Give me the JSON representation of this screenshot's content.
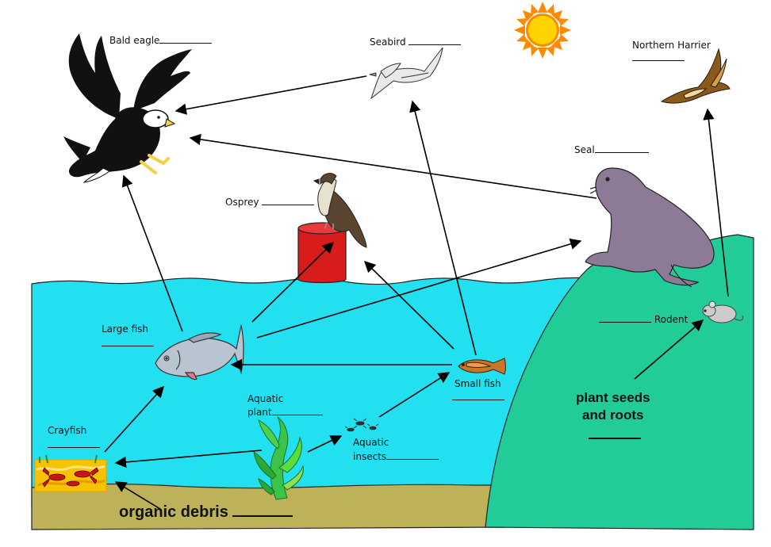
{
  "labels": {
    "bald_eagle": "Bald eagle",
    "seabird": "Seabird",
    "northern_harrier": "Northern Harrier",
    "seal": "Seal",
    "osprey": "Osprey",
    "large_fish": "Large fish",
    "small_fish": "Small fish",
    "rodent": "Rodent",
    "aquatic_plant_1": "Aquatic",
    "aquatic_plant_2": "plant",
    "aquatic_insects_1": "Aquatic",
    "aquatic_insects_2": "insects",
    "crayfish": "Crayfish",
    "plant_seeds_1": "plant seeds",
    "plant_seeds_2": "and roots",
    "organic_debris": "organic debris"
  },
  "colors": {
    "water": "#22e0f0",
    "island": "#22cc99",
    "seabed": "#bdb25a",
    "buoy": "#d81c1c",
    "sun": "#ffd400",
    "sun_rays": "#ff8a00",
    "seal": "#8c7a96"
  },
  "icons": [
    "sun-icon",
    "bald-eagle-icon",
    "seabird-icon",
    "northern-harrier-icon",
    "seal-icon",
    "osprey-icon",
    "buoy-icon",
    "large-fish-icon",
    "small-fish-icon",
    "rodent-icon",
    "aquatic-plant-icon",
    "aquatic-insects-icon",
    "crayfish-icon"
  ]
}
